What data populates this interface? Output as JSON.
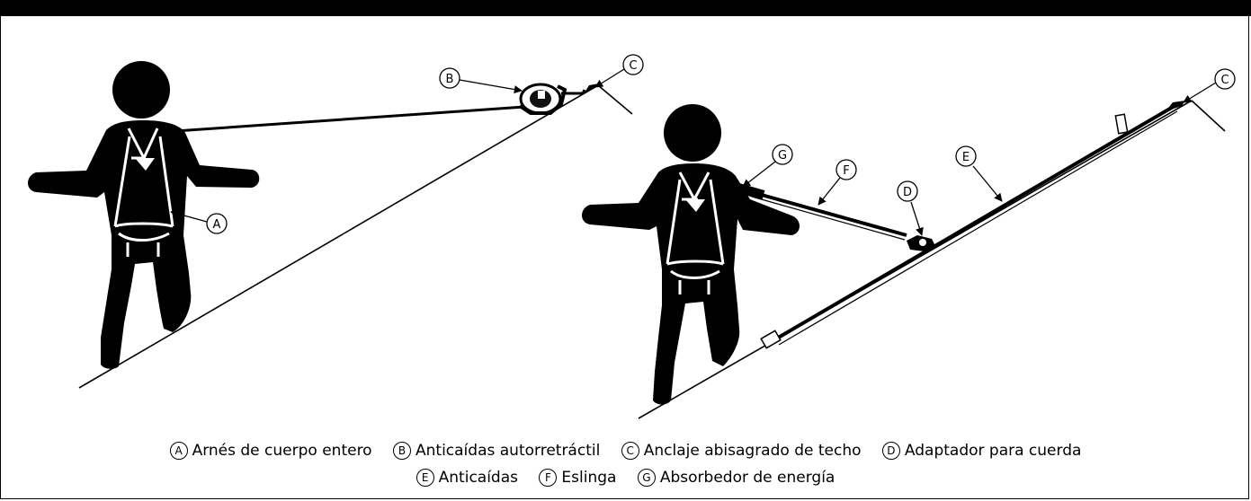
{
  "callouts": {
    "left": {
      "A": "A",
      "B": "B",
      "C": "C"
    },
    "right": {
      "C": "C",
      "D": "D",
      "E": "E",
      "F": "F",
      "G": "G"
    }
  },
  "legend": {
    "row1": [
      {
        "mark": "A",
        "label": "Arnés de cuerpo entero"
      },
      {
        "mark": "B",
        "label": "Anticaídas autorretráctil"
      },
      {
        "mark": "C",
        "label": "Anclaje abisagrado de techo"
      },
      {
        "mark": "D",
        "label": "Adaptador para cuerda"
      }
    ],
    "row2": [
      {
        "mark": "E",
        "label": "Anticaídas"
      },
      {
        "mark": "F",
        "label": "Eslinga"
      },
      {
        "mark": "G",
        "label": "Absorbedor de energía"
      }
    ]
  }
}
